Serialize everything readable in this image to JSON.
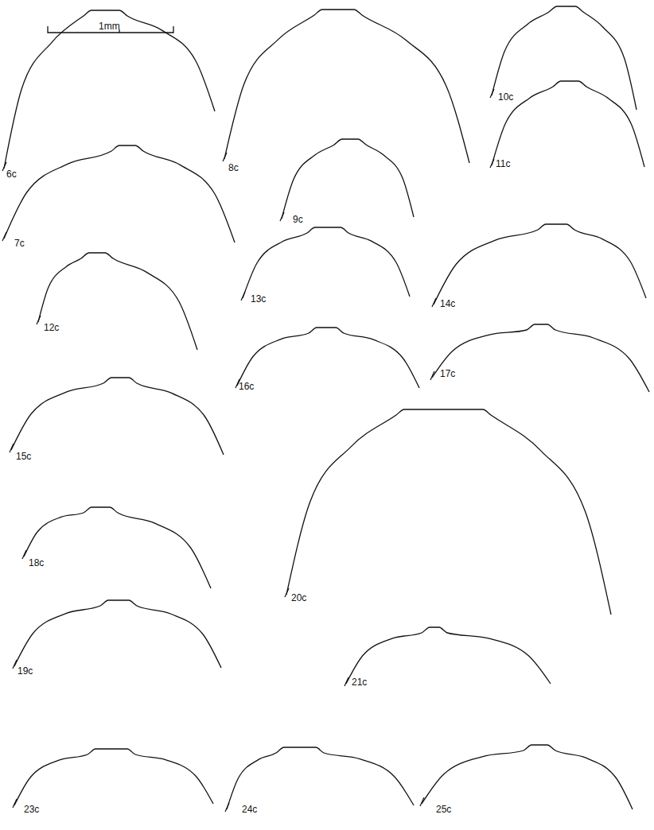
{
  "diagram": {
    "labels": [
      "1mm",
      "6c",
      "8c",
      "10c",
      "7c",
      "9c",
      "11c",
      "12c",
      "13c",
      "14c",
      "16c",
      "17c",
      "15c",
      "18c",
      "20c",
      "19c",
      "21c",
      "23c",
      "24c",
      "25c"
    ]
  }
}
